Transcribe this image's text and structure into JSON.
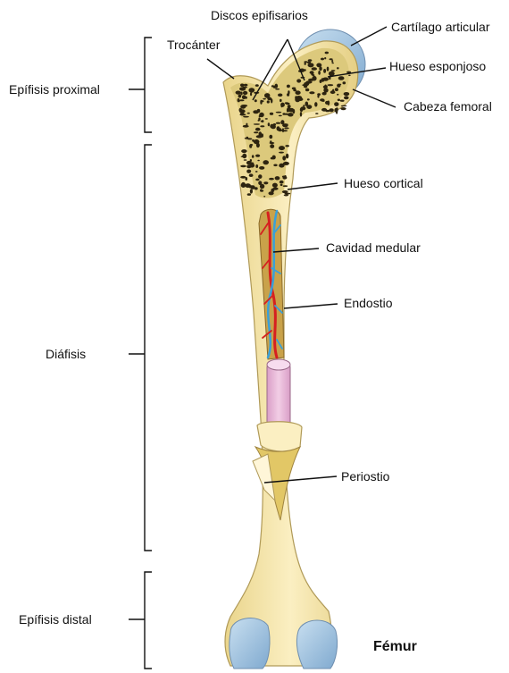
{
  "diagram": {
    "title": "Fémur",
    "regions": {
      "proximal": "Epífisis proximal",
      "diaphysis": "Diáfisis",
      "distal": "Epífisis distal"
    },
    "labels": {
      "discs": "Discos epifisarios",
      "trochanter": "Trocánter",
      "cartilage": "Cartílago articular",
      "spongy": "Hueso esponjoso",
      "head": "Cabeza femoral",
      "cortical": "Hueso cortical",
      "medullary": "Cavidad medular",
      "endosteum": "Endostio",
      "periosteum": "Periostio"
    }
  },
  "colors": {
    "bone": "#f7e6a8",
    "bone_outline": "#b8a060",
    "spongy_fill": "#d9c67a",
    "pore": "#2d2410",
    "cartilage": "#a8c8e0",
    "vessel_red": "#d62020",
    "vessel_blue": "#3aa0d8",
    "marrow": "#e7b9d6"
  }
}
